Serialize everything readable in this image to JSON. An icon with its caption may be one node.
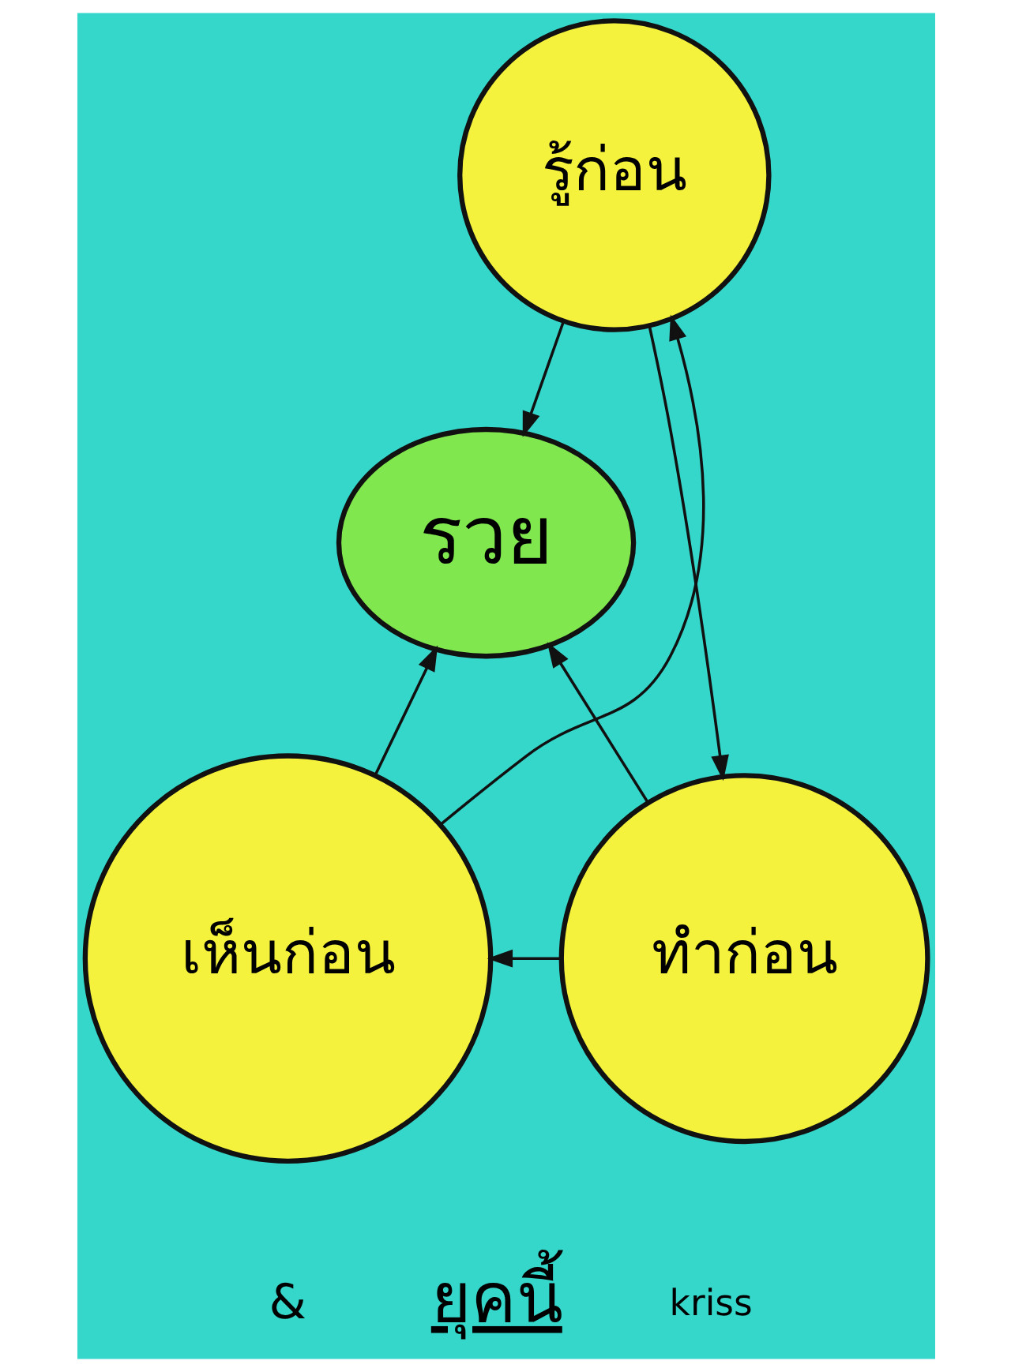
{
  "diagram": {
    "nodes": [
      {
        "text": [
          "รู้ก่อน"
        ]
      },
      {
        "text": [
          "รวย"
        ]
      },
      {
        "text": [
          "เห็นก่อน"
        ]
      },
      {
        "text": [
          "ทำก่อน"
        ]
      }
    ],
    "edges": [
      {
        "from": 0,
        "to": 1,
        "arrow": "to"
      },
      {
        "from": 0,
        "to": 3,
        "arrow": "to"
      },
      {
        "from": 3,
        "to": 2,
        "arrow": "to"
      },
      {
        "from": 2,
        "to": 0,
        "arrow": "to"
      },
      {
        "from": 2,
        "to": 1,
        "arrow": "to"
      },
      {
        "from": 3,
        "to": 1,
        "arrow": "to"
      }
    ],
    "labels": [
      "&",
      "ยุคนี้",
      "kriss"
    ]
  }
}
